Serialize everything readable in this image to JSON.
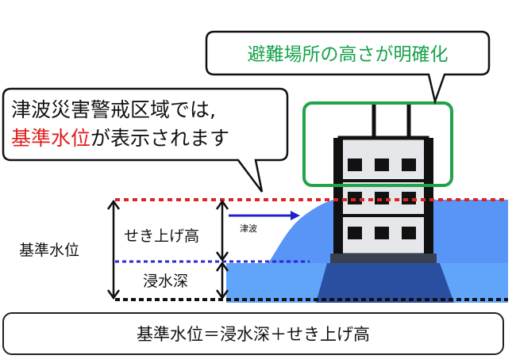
{
  "callout_top": {
    "text": "避難場所の高さが明確化",
    "color": "#16a34a"
  },
  "callout_left": {
    "line1": "津波災害警戒区域では,",
    "line2_red": "基準水位",
    "line2_rest": "が表示されます",
    "red_color": "#e11d1d"
  },
  "labels": {
    "standard_water_level": "基準水位",
    "surge_height": "せき上げ高",
    "inundation_depth": "浸水深",
    "tsunami": "津波"
  },
  "formula": "基準水位＝浸水深＋せき上げ高",
  "colors": {
    "water": "#3b82f6",
    "water_light": "#60a5fa",
    "red_line": "#dc2626",
    "blue_line": "#2b2bd6",
    "building_frame": "#111111",
    "building_body": "#e5e7eb",
    "highlight_green": "#22a34a"
  }
}
